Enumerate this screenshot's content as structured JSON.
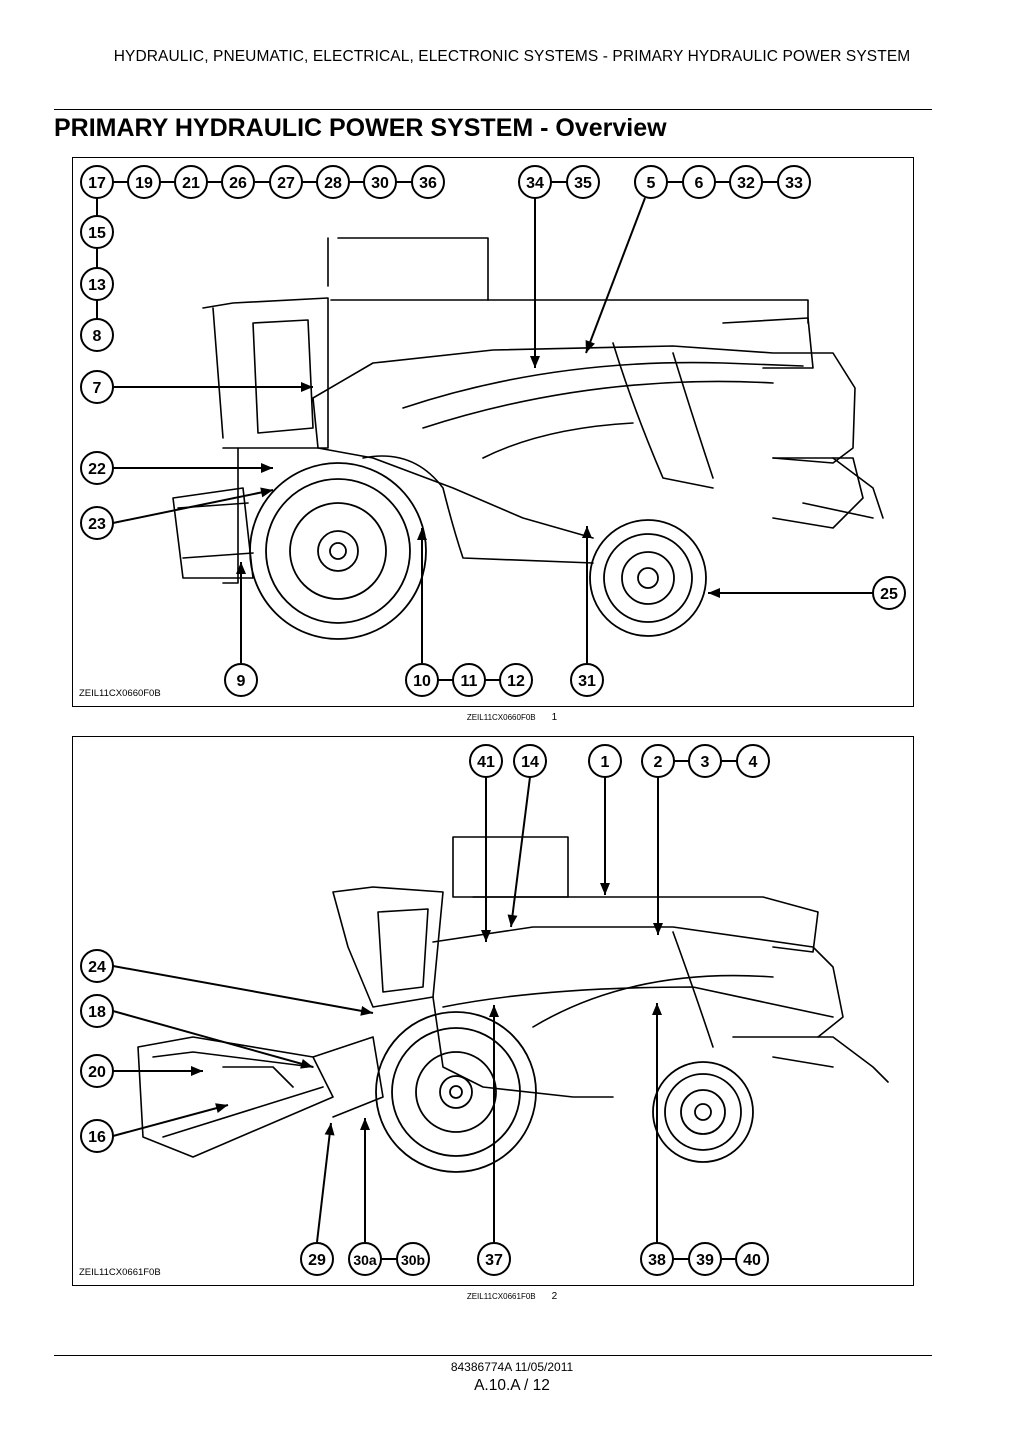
{
  "header": {
    "section": "HYDRAULIC, PNEUMATIC, ELECTRICAL, ELECTRONIC SYSTEMS - PRIMARY HYDRAULIC POWER SYSTEM"
  },
  "page_title": "PRIMARY HYDRAULIC POWER SYSTEM - Overview",
  "figures": [
    {
      "code": "ZEIL11CX0660F0B",
      "caption_code": "ZEIL11CX0660F0B",
      "caption_number": "1",
      "callouts": [
        "17",
        "19",
        "21",
        "26",
        "27",
        "28",
        "30",
        "36",
        "34",
        "35",
        "5",
        "6",
        "32",
        "33",
        "15",
        "13",
        "8",
        "7",
        "22",
        "23",
        "25",
        "9",
        "10",
        "11",
        "12",
        "31"
      ]
    },
    {
      "code": "ZEIL11CX0661F0B",
      "caption_code": "ZEIL11CX0661F0B",
      "caption_number": "2",
      "callouts": [
        "41",
        "14",
        "1",
        "2",
        "3",
        "4",
        "24",
        "18",
        "20",
        "16",
        "29",
        "30a",
        "30b",
        "37",
        "38",
        "39",
        "40"
      ]
    }
  ],
  "footer": {
    "doc_ref": "84386774A 11/05/2011",
    "page": "A.10.A / 12"
  }
}
